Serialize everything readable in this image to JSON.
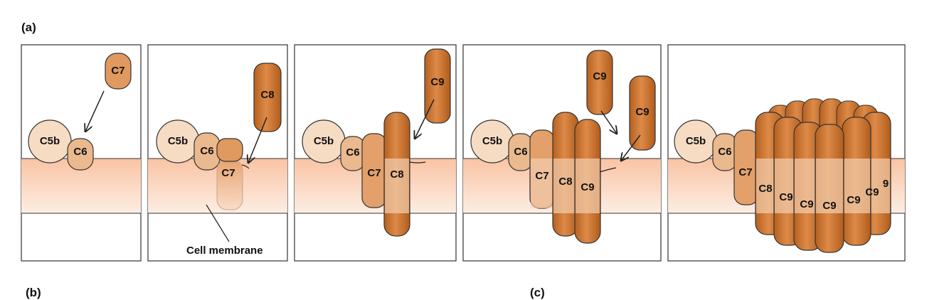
{
  "labels": {
    "part_a": "(a)",
    "part_b": "(b)",
    "part_c": "(c)",
    "cell_membrane": "Cell membrane"
  },
  "components": {
    "c5b": "C5b",
    "c6": "C6",
    "c7": "C7",
    "c8": "C8",
    "c9": "C9",
    "c9_partial": "9"
  },
  "colors": {
    "membrane": "#f9c4a6",
    "c5b": "#f7dcc4",
    "c6": "#eab98d",
    "c7": "#e0995e",
    "c8": "#d17a3a",
    "c9": "#c86e2e",
    "outline": "#222222"
  }
}
